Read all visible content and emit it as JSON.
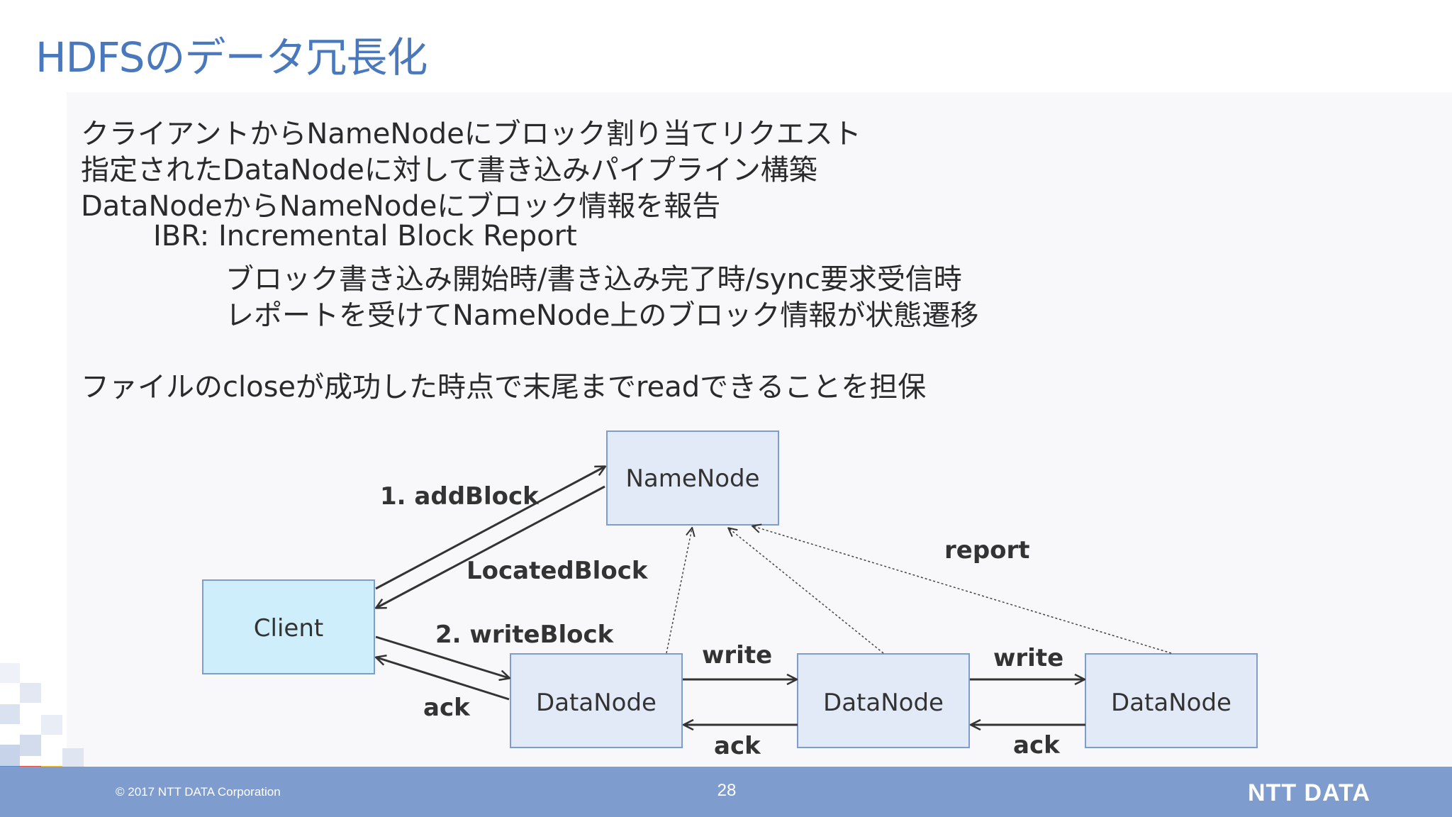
{
  "slide": {
    "title": "HDFSのデータ冗長化",
    "bullets": [
      "クライアントからNameNodeにブロック割り当てリクエスト",
      "指定されたDataNodeに対して書き込みパイプライン構築",
      "DataNodeからNameNodeにブロック情報を報告",
      "IBR: Incremental Block Report",
      "ブロック書き込み開始時/書き込み完了時/sync要求受信時",
      "レポートを受けてNameNode上のブロック情報が状態遷移",
      "ファイルのcloseが成功した時点で末尾までreadできることを担保"
    ]
  },
  "diagram": {
    "nodes": {
      "namenode": "NameNode",
      "client": "Client",
      "datanode1": "DataNode",
      "datanode2": "DataNode",
      "datanode3": "DataNode"
    },
    "labels": {
      "add_block": "1. addBlock",
      "located_block": "LocatedBlock",
      "write_block": "2. writeBlock",
      "ack_client": "ack",
      "write_1": "write",
      "write_2": "write",
      "ack_1": "ack",
      "ack_2": "ack",
      "report": "report"
    }
  },
  "footer": {
    "copyright": "© 2017 NTT DATA Corporation",
    "page_number": "28",
    "logo_text": "NTT DATA"
  },
  "colors": {
    "title": "#4a78bd",
    "client_fill": "#cdeefa",
    "node_fill": "#e3eaf7",
    "node_border": "#7f9ccf",
    "footer": "#7f9ccf",
    "mosaic_red": "#e0503c",
    "mosaic_yellow": "#f2c230",
    "mosaic_teal": "#1e8db3"
  }
}
